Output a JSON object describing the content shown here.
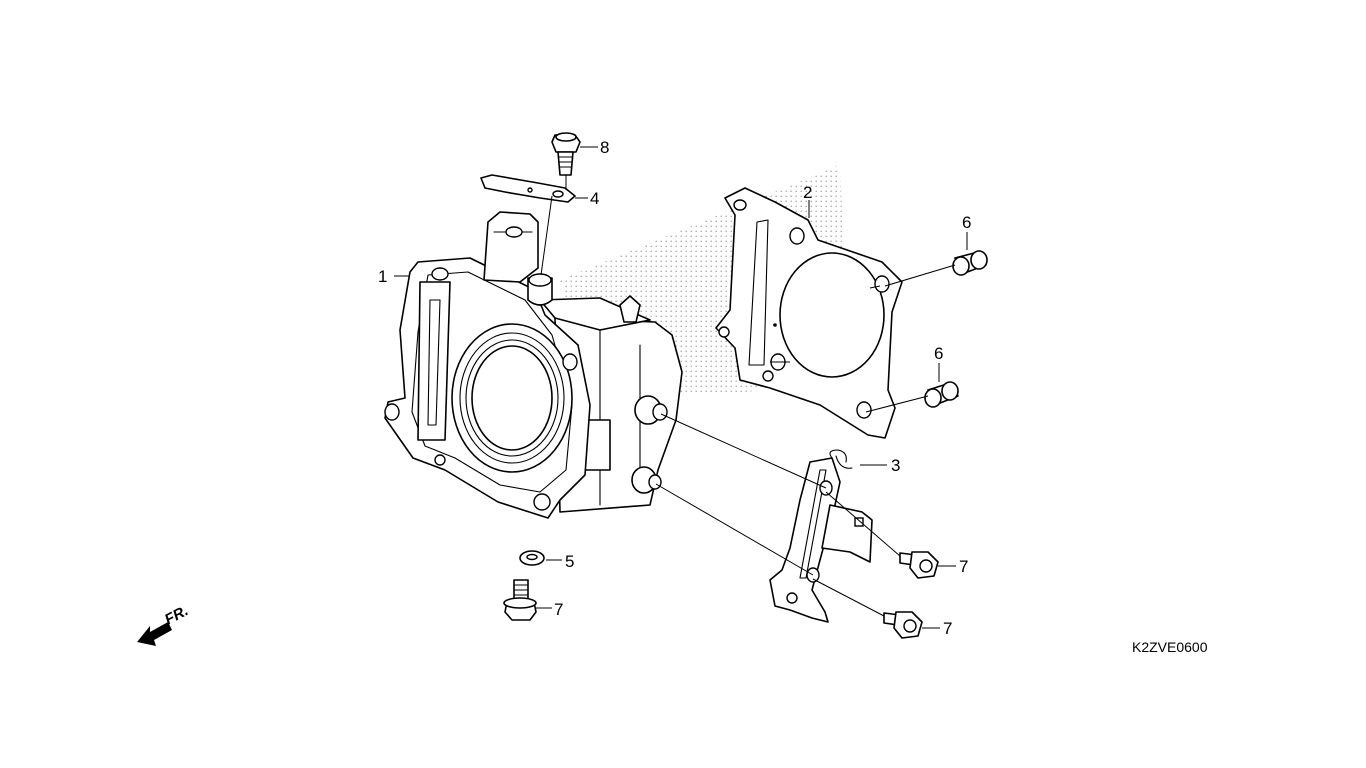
{
  "diagram": {
    "reference_code": "K2ZVE0600",
    "direction_label": "FR.",
    "callouts": [
      {
        "id": "1",
        "label": "1"
      },
      {
        "id": "2",
        "label": "2"
      },
      {
        "id": "3",
        "label": "3"
      },
      {
        "id": "4",
        "label": "4"
      },
      {
        "id": "5",
        "label": "5"
      },
      {
        "id": "6a",
        "label": "6"
      },
      {
        "id": "6b",
        "label": "6"
      },
      {
        "id": "7a",
        "label": "7"
      },
      {
        "id": "7b",
        "label": "7"
      },
      {
        "id": "7c",
        "label": "7"
      },
      {
        "id": "8",
        "label": "8"
      }
    ]
  }
}
